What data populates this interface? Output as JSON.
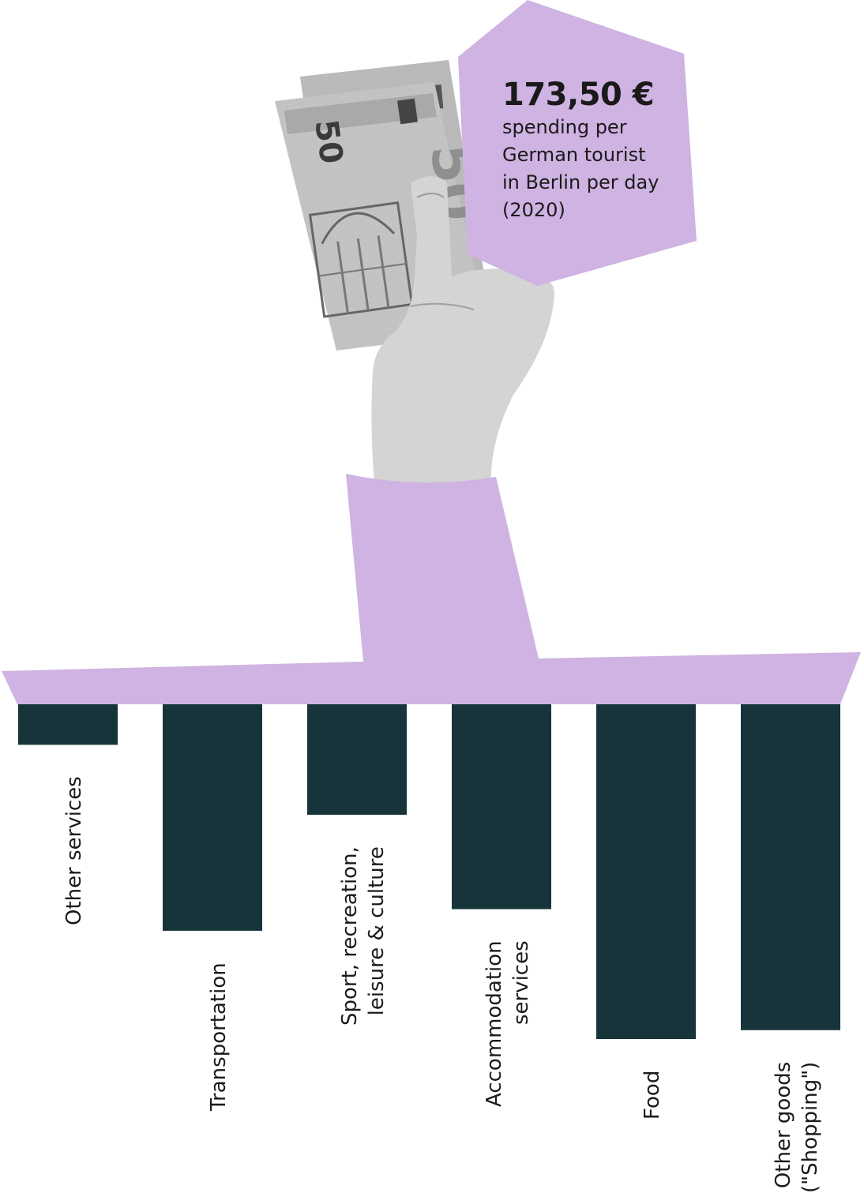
{
  "headline": {
    "value": "173,50 €",
    "caption_lines": [
      "spending per",
      "German tourist",
      "in Berlin per day",
      "(2020)"
    ]
  },
  "colors": {
    "accent": "#cfb3e2",
    "bar": "#17343b",
    "banknote": "#bdbdbd",
    "skin": "#d6d6d6"
  },
  "icons": [
    "hand-holding-euro-banknotes"
  ],
  "chart_data": {
    "type": "bar",
    "orientation": "vertical-hanging",
    "categories": [
      [
        "Other services"
      ],
      [
        "Transportation"
      ],
      [
        "Sport, recreation,",
        "leisure & culture"
      ],
      [
        "Accommodation",
        "services"
      ],
      [
        "Food"
      ],
      [
        "Other goods",
        "(\"Shopping\")"
      ]
    ],
    "values": [
      7.3,
      40.8,
      19.9,
      36.9,
      60.3,
      58.7
    ],
    "ylim": [
      0,
      60.3
    ],
    "grid": false,
    "legend": "none"
  }
}
